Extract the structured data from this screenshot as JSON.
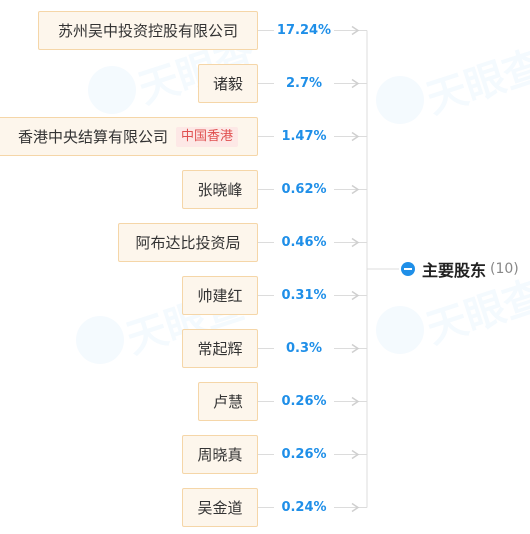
{
  "colors": {
    "accent": "#1f8fe8",
    "node_bg": "#fdf6ec",
    "node_border": "#f5d6a8",
    "tag_text": "#e05050"
  },
  "root": {
    "title": "主要股东",
    "count": "(10)"
  },
  "shareholders": [
    {
      "name": "苏州吴中投资控股有限公司",
      "percent": "17.24%"
    },
    {
      "name": "诸毅",
      "percent": "2.7%"
    },
    {
      "name": "香港中央结算有限公司",
      "tag": "中国香港",
      "percent": "1.47%"
    },
    {
      "name": "张晓峰",
      "percent": "0.62%"
    },
    {
      "name": "阿布达比投资局",
      "percent": "0.46%"
    },
    {
      "name": "帅建红",
      "percent": "0.31%"
    },
    {
      "name": "常起辉",
      "percent": "0.3%"
    },
    {
      "name": "卢慧",
      "percent": "0.26%"
    },
    {
      "name": "周晓真",
      "percent": "0.26%"
    },
    {
      "name": "吴金道",
      "percent": "0.24%"
    }
  ]
}
